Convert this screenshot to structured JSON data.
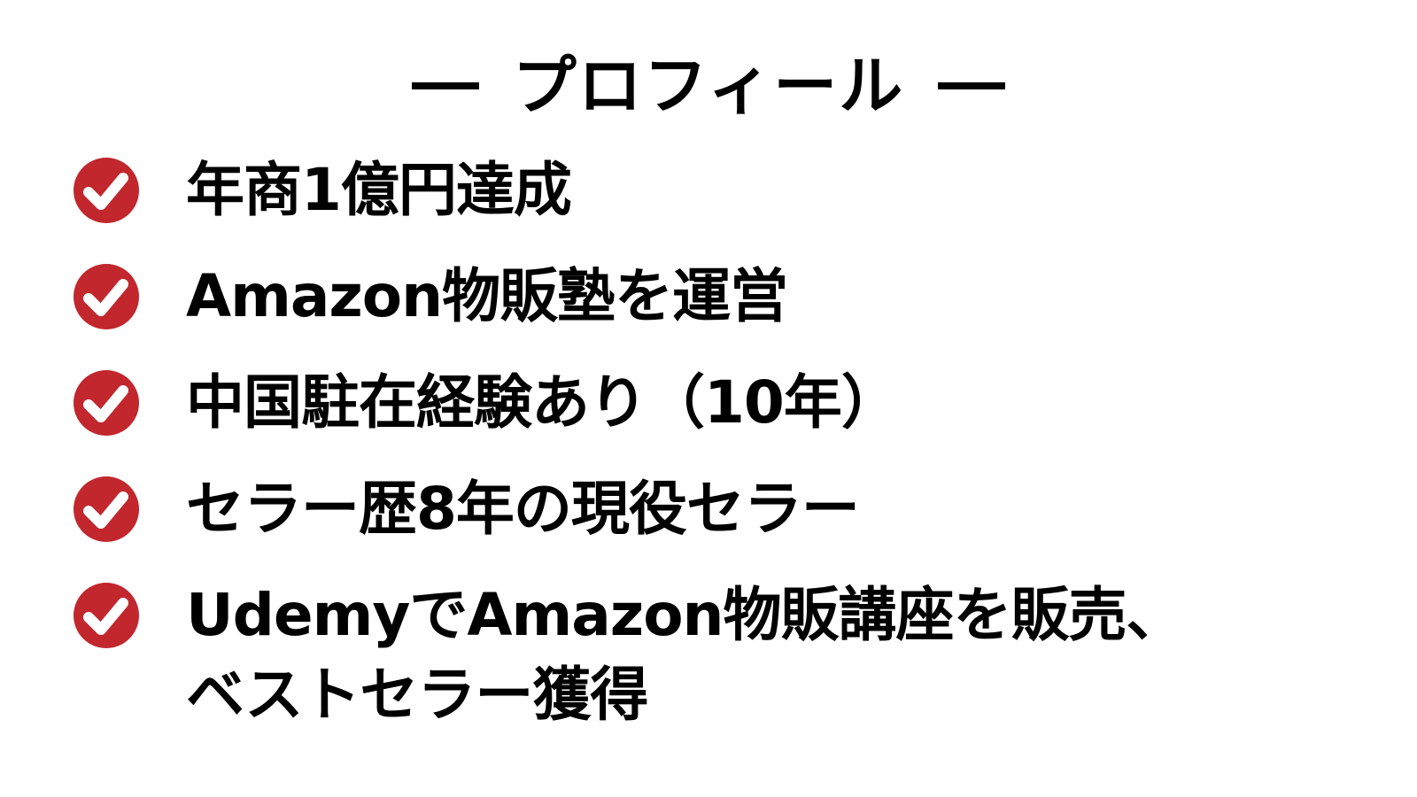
{
  "title": {
    "left_dash": "—",
    "text": "プロフィール",
    "right_dash": "—"
  },
  "check_icon": {
    "name": "check-circle-icon",
    "color": "#c1272d",
    "mark_color": "#ffffff"
  },
  "items": [
    {
      "lines": [
        "年商1億円達成"
      ]
    },
    {
      "lines": [
        "Amazon物販塾を運営"
      ]
    },
    {
      "lines": [
        "中国駐在経験あり（10年）"
      ]
    },
    {
      "lines": [
        "セラー歴8年の現役セラー"
      ]
    },
    {
      "lines": [
        "UdemyでAmazon物販講座を販売、",
        "ベストセラー獲得"
      ]
    }
  ]
}
